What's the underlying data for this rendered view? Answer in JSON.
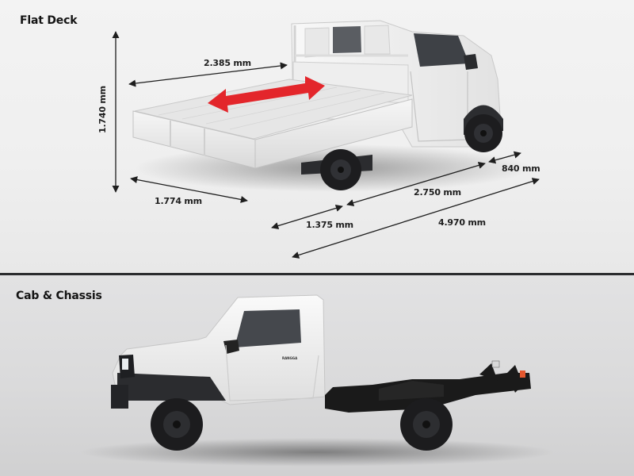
{
  "sections": {
    "flat_deck": {
      "title": "Flat Deck",
      "dimensions": {
        "height": "1.740 mm",
        "deck_length": "2.385 mm",
        "deck_width": "1.774 mm",
        "rear_overhang": "1.375 mm",
        "wheelbase": "2.750 mm",
        "front_overhang": "840 mm",
        "overall_length": "4.970 mm"
      },
      "highlight_arrow_color": "#e3262b"
    },
    "cab_chassis": {
      "title": "Cab & Chassis",
      "badge_text": "RANGGA"
    }
  },
  "colors": {
    "divider": "#2b2c2e",
    "dimension_line": "#1e1e1e",
    "body_white": "#f2f2f2",
    "chassis_black": "#1a1a1a",
    "tail_lamp": "#e4572e"
  }
}
